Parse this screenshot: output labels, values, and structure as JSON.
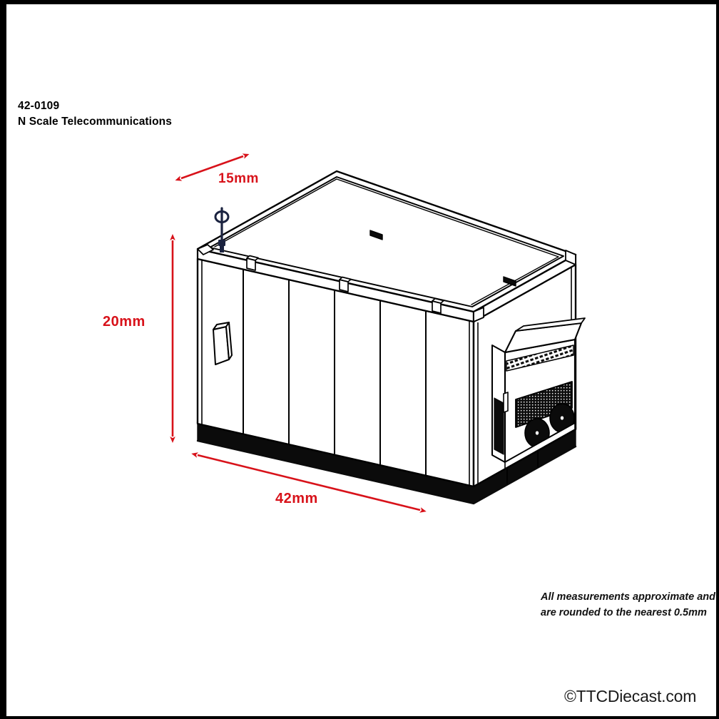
{
  "document": {
    "title_code": "42-0109",
    "title_name": "N Scale Telecommunications",
    "footnote_line1": "All measurements approximate and",
    "footnote_line2": "are rounded to the nearest 0.5mm",
    "watermark": "©TTCDiecast.com",
    "border_color": "#000000",
    "background_color": "#ffffff"
  },
  "dimensions": {
    "accent_color": "#d8121a",
    "depth": {
      "label": "15mm",
      "value": 15,
      "unit": "mm",
      "axis": "depth",
      "arrow": "double-headed-diagonal-up-right"
    },
    "height": {
      "label": "20mm",
      "value": 20,
      "unit": "mm",
      "axis": "height",
      "arrow": "double-headed-vertical"
    },
    "length": {
      "label": "42mm",
      "value": 42,
      "unit": "mm",
      "axis": "length",
      "arrow": "double-headed-diagonal-down-right"
    }
  },
  "model": {
    "subject": "telecommunications equipment shelter",
    "view": "isometric line drawing",
    "line_color": "#000000",
    "fill_color": "#ffffff",
    "solid_color": "#0b0b0b",
    "wall_panel_count": 6,
    "roof_clip_count": 4,
    "parts": [
      {
        "name": "roof-slab",
        "description": "flat rectangular roof with raised perimeter rim"
      },
      {
        "name": "front-wall",
        "description": "long side wall divided into vertical ribbed panels"
      },
      {
        "name": "end-wall",
        "description": "short right-hand end wall"
      },
      {
        "name": "base-plinth",
        "description": "solid black concrete base skirt with bolt heads along top edge"
      },
      {
        "name": "hvac-unit",
        "description": "wall-mounted air conditioning cabinet with louvre band, mesh grille and two fans"
      },
      {
        "name": "antenna-mast",
        "description": "roof mounted whip antenna with loop element"
      },
      {
        "name": "wall-box",
        "description": "small tapered box fixed to left end of front wall"
      }
    ]
  }
}
